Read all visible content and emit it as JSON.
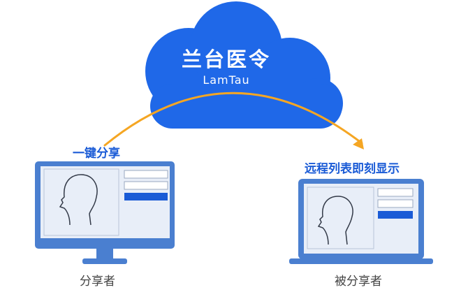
{
  "brand": {
    "name_cn": "兰台医令",
    "name_en": "LamTau"
  },
  "actions": {
    "share": "一键分享",
    "remote_display": "远程列表即刻显示"
  },
  "devices": {
    "sharer_label": "分享者",
    "shared_label": "被分享者"
  },
  "colors": {
    "cloud": "#1f68e8",
    "device_blue": "#4a7fd0",
    "screen_bg": "#e8eef8",
    "accent_button": "#1a5bd6",
    "arrow": "#f5a623",
    "action_text": "#1a5bd6"
  },
  "icons": {
    "arrow": "curved-arrow-icon",
    "cloud": "cloud-icon",
    "head": "head-profile-icon"
  }
}
